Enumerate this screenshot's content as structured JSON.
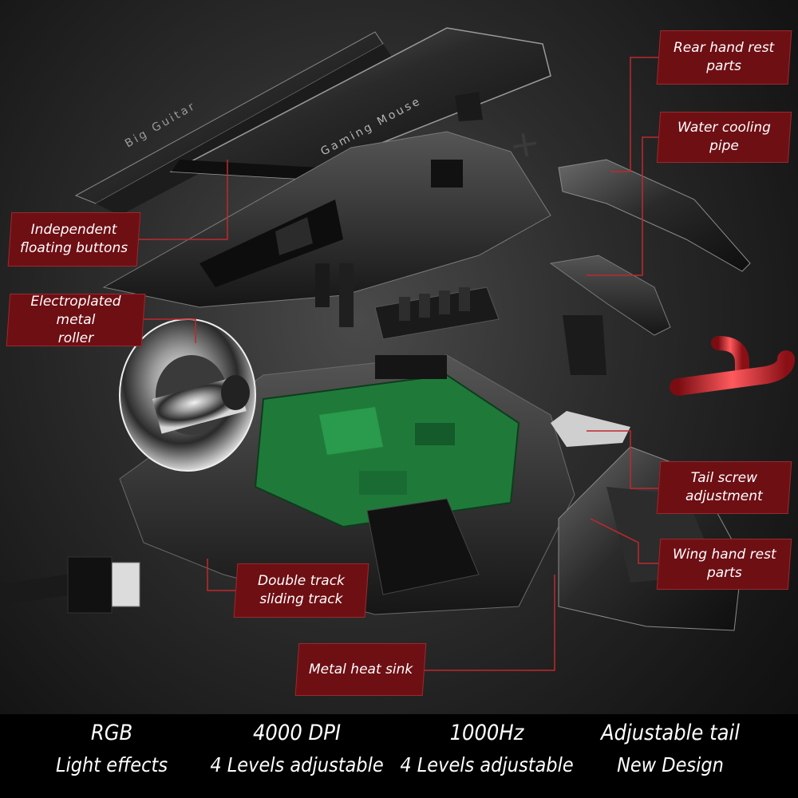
{
  "callouts": [
    {
      "id": "rear-hand-rest",
      "text": "Rear hand rest\nparts"
    },
    {
      "id": "water-cooling",
      "text": "Water cooling pipe"
    },
    {
      "id": "floating-buttons",
      "text": "Independent\nfloating buttons"
    },
    {
      "id": "metal-roller",
      "text": "Electroplated metal\nroller"
    },
    {
      "id": "tail-screw",
      "text": "Tail screw\nadjustment"
    },
    {
      "id": "wing-hand-rest",
      "text": "Wing hand rest\nparts"
    },
    {
      "id": "double-track",
      "text": "Double track\nsliding track"
    },
    {
      "id": "heat-sink",
      "text": "Metal heat sink"
    }
  ],
  "features": [
    {
      "title": "RGB",
      "subtitle": "Light effects"
    },
    {
      "title": "4000 DPI",
      "subtitle": "4 Levels adjustable"
    },
    {
      "title": "1000Hz",
      "subtitle": "4 Levels adjustable"
    },
    {
      "title": "Adjustable tail",
      "subtitle": "New Design"
    }
  ],
  "engravings": {
    "top_shell": "Gaming Mouse",
    "side_panel": "Big Guitar"
  },
  "colors": {
    "label_bg": "#6e0f14",
    "leader_line": "#c0282e",
    "pcb": "#1f7a3a",
    "pipe": "#c8202a"
  }
}
